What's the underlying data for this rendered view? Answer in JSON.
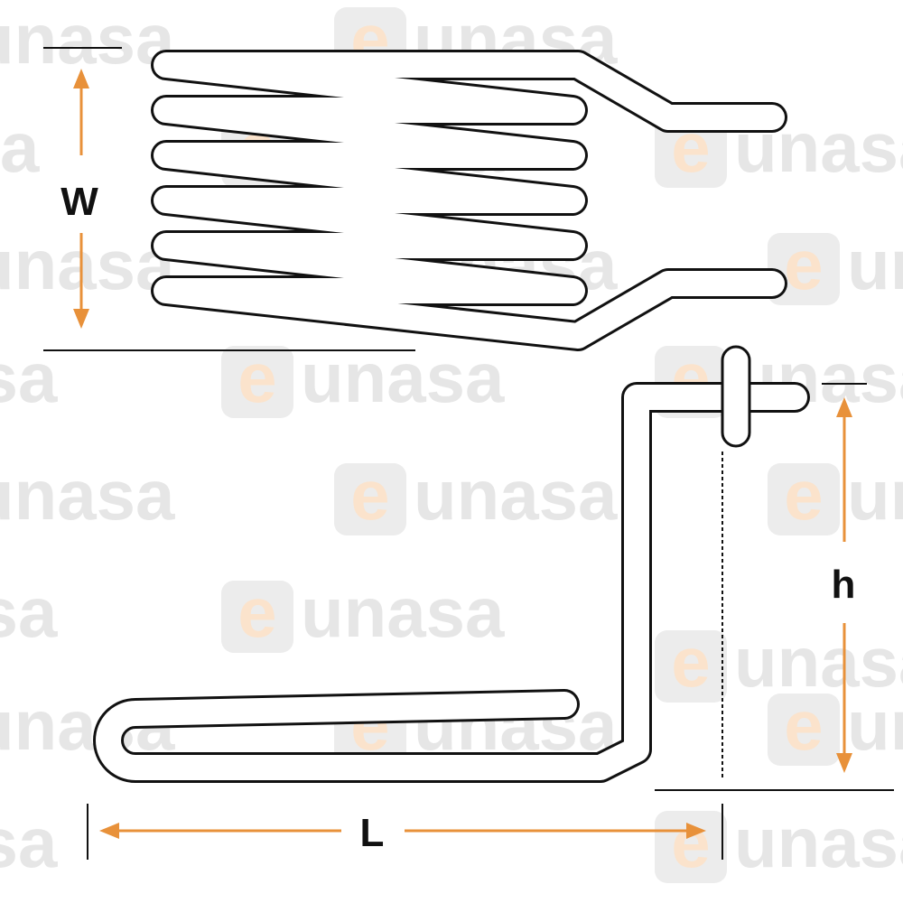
{
  "watermark": {
    "brand_e": "e",
    "brand_rest": "unasa",
    "text": "eunasa"
  },
  "dimensions": {
    "width_label": "W",
    "height_label": "h",
    "length_label": "L"
  },
  "colors": {
    "arrow": "#e8913a",
    "line": "#111111",
    "watermark_gray": "#e6e6e6",
    "watermark_orange": "#fbe3cc"
  }
}
